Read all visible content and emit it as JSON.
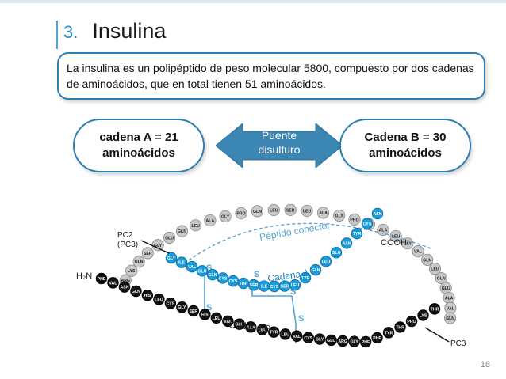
{
  "slide": {
    "number": "3.",
    "title": "Insulina",
    "definition": "La insulina es un polipéptido de peso molecular 5800,  compuesto por dos cadenas de aminoácidos, que en total tienen 51 aminoácidos.",
    "page": "18"
  },
  "chain_a_box": {
    "line1": "cadena  A = 21",
    "line2": "aminoácidos"
  },
  "chain_b_box": {
    "line1": "Cadena B = 30",
    "line2": "aminoácidos"
  },
  "bridge_arrow": {
    "label": "Puente disulfuro"
  },
  "diagram": {
    "label_connector": "Péptido conector",
    "label_chain_a": "Cadena A",
    "label_chain_b": "Cadena B",
    "label_cooh": "COOH",
    "label_h2n": "H₂N",
    "label_pc2": "PC2\n(PC3)",
    "label_pc3": "PC3",
    "ss_label": "S",
    "connector_residues": [
      "ARG",
      "LYS",
      "GLN",
      "SER",
      "GLY",
      "GLU",
      "GLN",
      "LEU",
      "ALA",
      "GLY",
      "PRO",
      "GLN",
      "LEU",
      "SER",
      "LEU",
      "ALA",
      "GLY",
      "PRO",
      "GLY",
      "ALA",
      "LEU",
      "GLY",
      "VAL",
      "GLN",
      "LEU",
      "GLN",
      "GLU",
      "ALA",
      "VAL",
      "GLN"
    ],
    "chain_a_residues": [
      "GLY",
      "ILE",
      "VAL",
      "GLU",
      "GLN",
      "CYS",
      "CYS",
      "THR",
      "SER",
      "ILE",
      "CYS",
      "SER",
      "LEU",
      "TYR",
      "GLN",
      "LEU",
      "GLU",
      "ASN",
      "TYR",
      "CYS",
      "ASN"
    ],
    "chain_b_residues": [
      "PHE",
      "VAL",
      "ASN",
      "GLN",
      "HIS",
      "LEU",
      "CYS",
      "GLY",
      "SER",
      "HIS",
      "LEU",
      "VAL",
      "GLU",
      "ALA",
      "LEU",
      "TYR",
      "LEU",
      "VAL",
      "CYS",
      "GLY",
      "GLU",
      "ARG",
      "GLY",
      "PHE",
      "PHE",
      "TYR",
      "THR",
      "PRO",
      "LYS",
      "THR"
    ],
    "colors": {
      "connector": "#c8c8c8",
      "chain_a": "#1a9ad9",
      "chain_b": "#111111",
      "bridge": "#5aa3cf"
    }
  }
}
